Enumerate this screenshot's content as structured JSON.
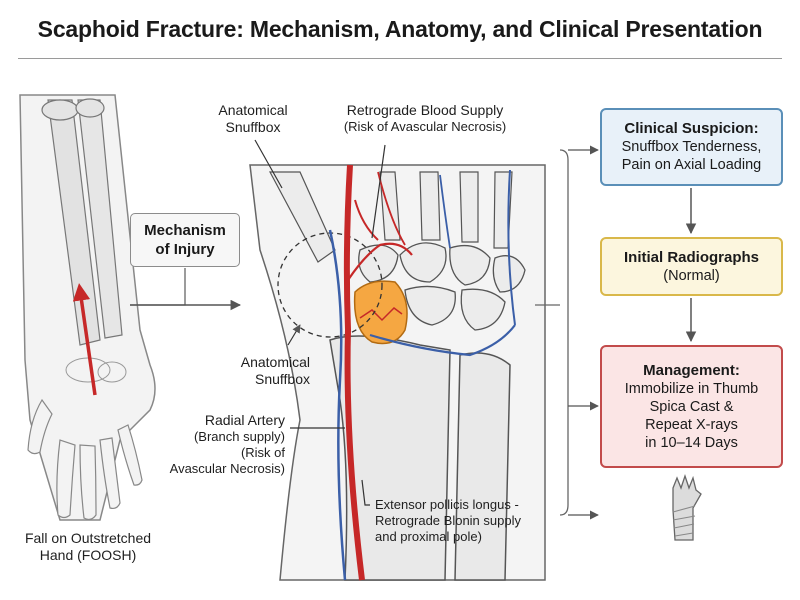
{
  "title": "Scaphoid Fracture: Mechanism, Anatomy, and Clinical Presentation",
  "labels": {
    "snuffbox_top_1": "Anatomical",
    "snuffbox_top_2": "Snuffbox",
    "retro_1": "Retrograde Blood Supply",
    "retro_2": "(Risk of Avascular Necrosis)",
    "snuffbox_mid_1": "Anatomical",
    "snuffbox_mid_2": "Snuffbox",
    "radial_1": "Radial Artery",
    "radial_2": "(Branch supply)",
    "radial_3": "(Risk of",
    "radial_4": "Avascular Necrosis)",
    "epl_1": "Extensor pollicis longus -",
    "epl_2": "Retrograde Blonin supply",
    "epl_3": "and proximal pole)",
    "foosh_1": "Fall on Outstretched",
    "foosh_2": "Hand (FOOSH)"
  },
  "mechanism": {
    "line1": "Mechanism",
    "line2": "of Injury"
  },
  "flow": {
    "clinical": {
      "heading": "Clinical Suspicion:",
      "line1": "Snuffbox Tenderness,",
      "line2": "Pain on Axial Loading"
    },
    "radiographs": {
      "heading": "Initial Radiographs",
      "line1": "(Normal)"
    },
    "management": {
      "heading": "Management:",
      "line1": "Immobilize in Thumb",
      "line2": "Spica Cast &",
      "line3": "Repeat X-rays",
      "line4": "in 10–14 Days"
    }
  },
  "colors": {
    "artery": "#c62828",
    "vein": "#3b5fa8",
    "scaphoid": "#f5a742",
    "bone": "#eeeeee",
    "bone_outline": "#555555",
    "box_blue": "#5a8fb8",
    "box_yellow": "#d9b84a",
    "box_red": "#c24b4b"
  },
  "icons": [
    "force-arrow-icon",
    "cast-hand-icon"
  ]
}
